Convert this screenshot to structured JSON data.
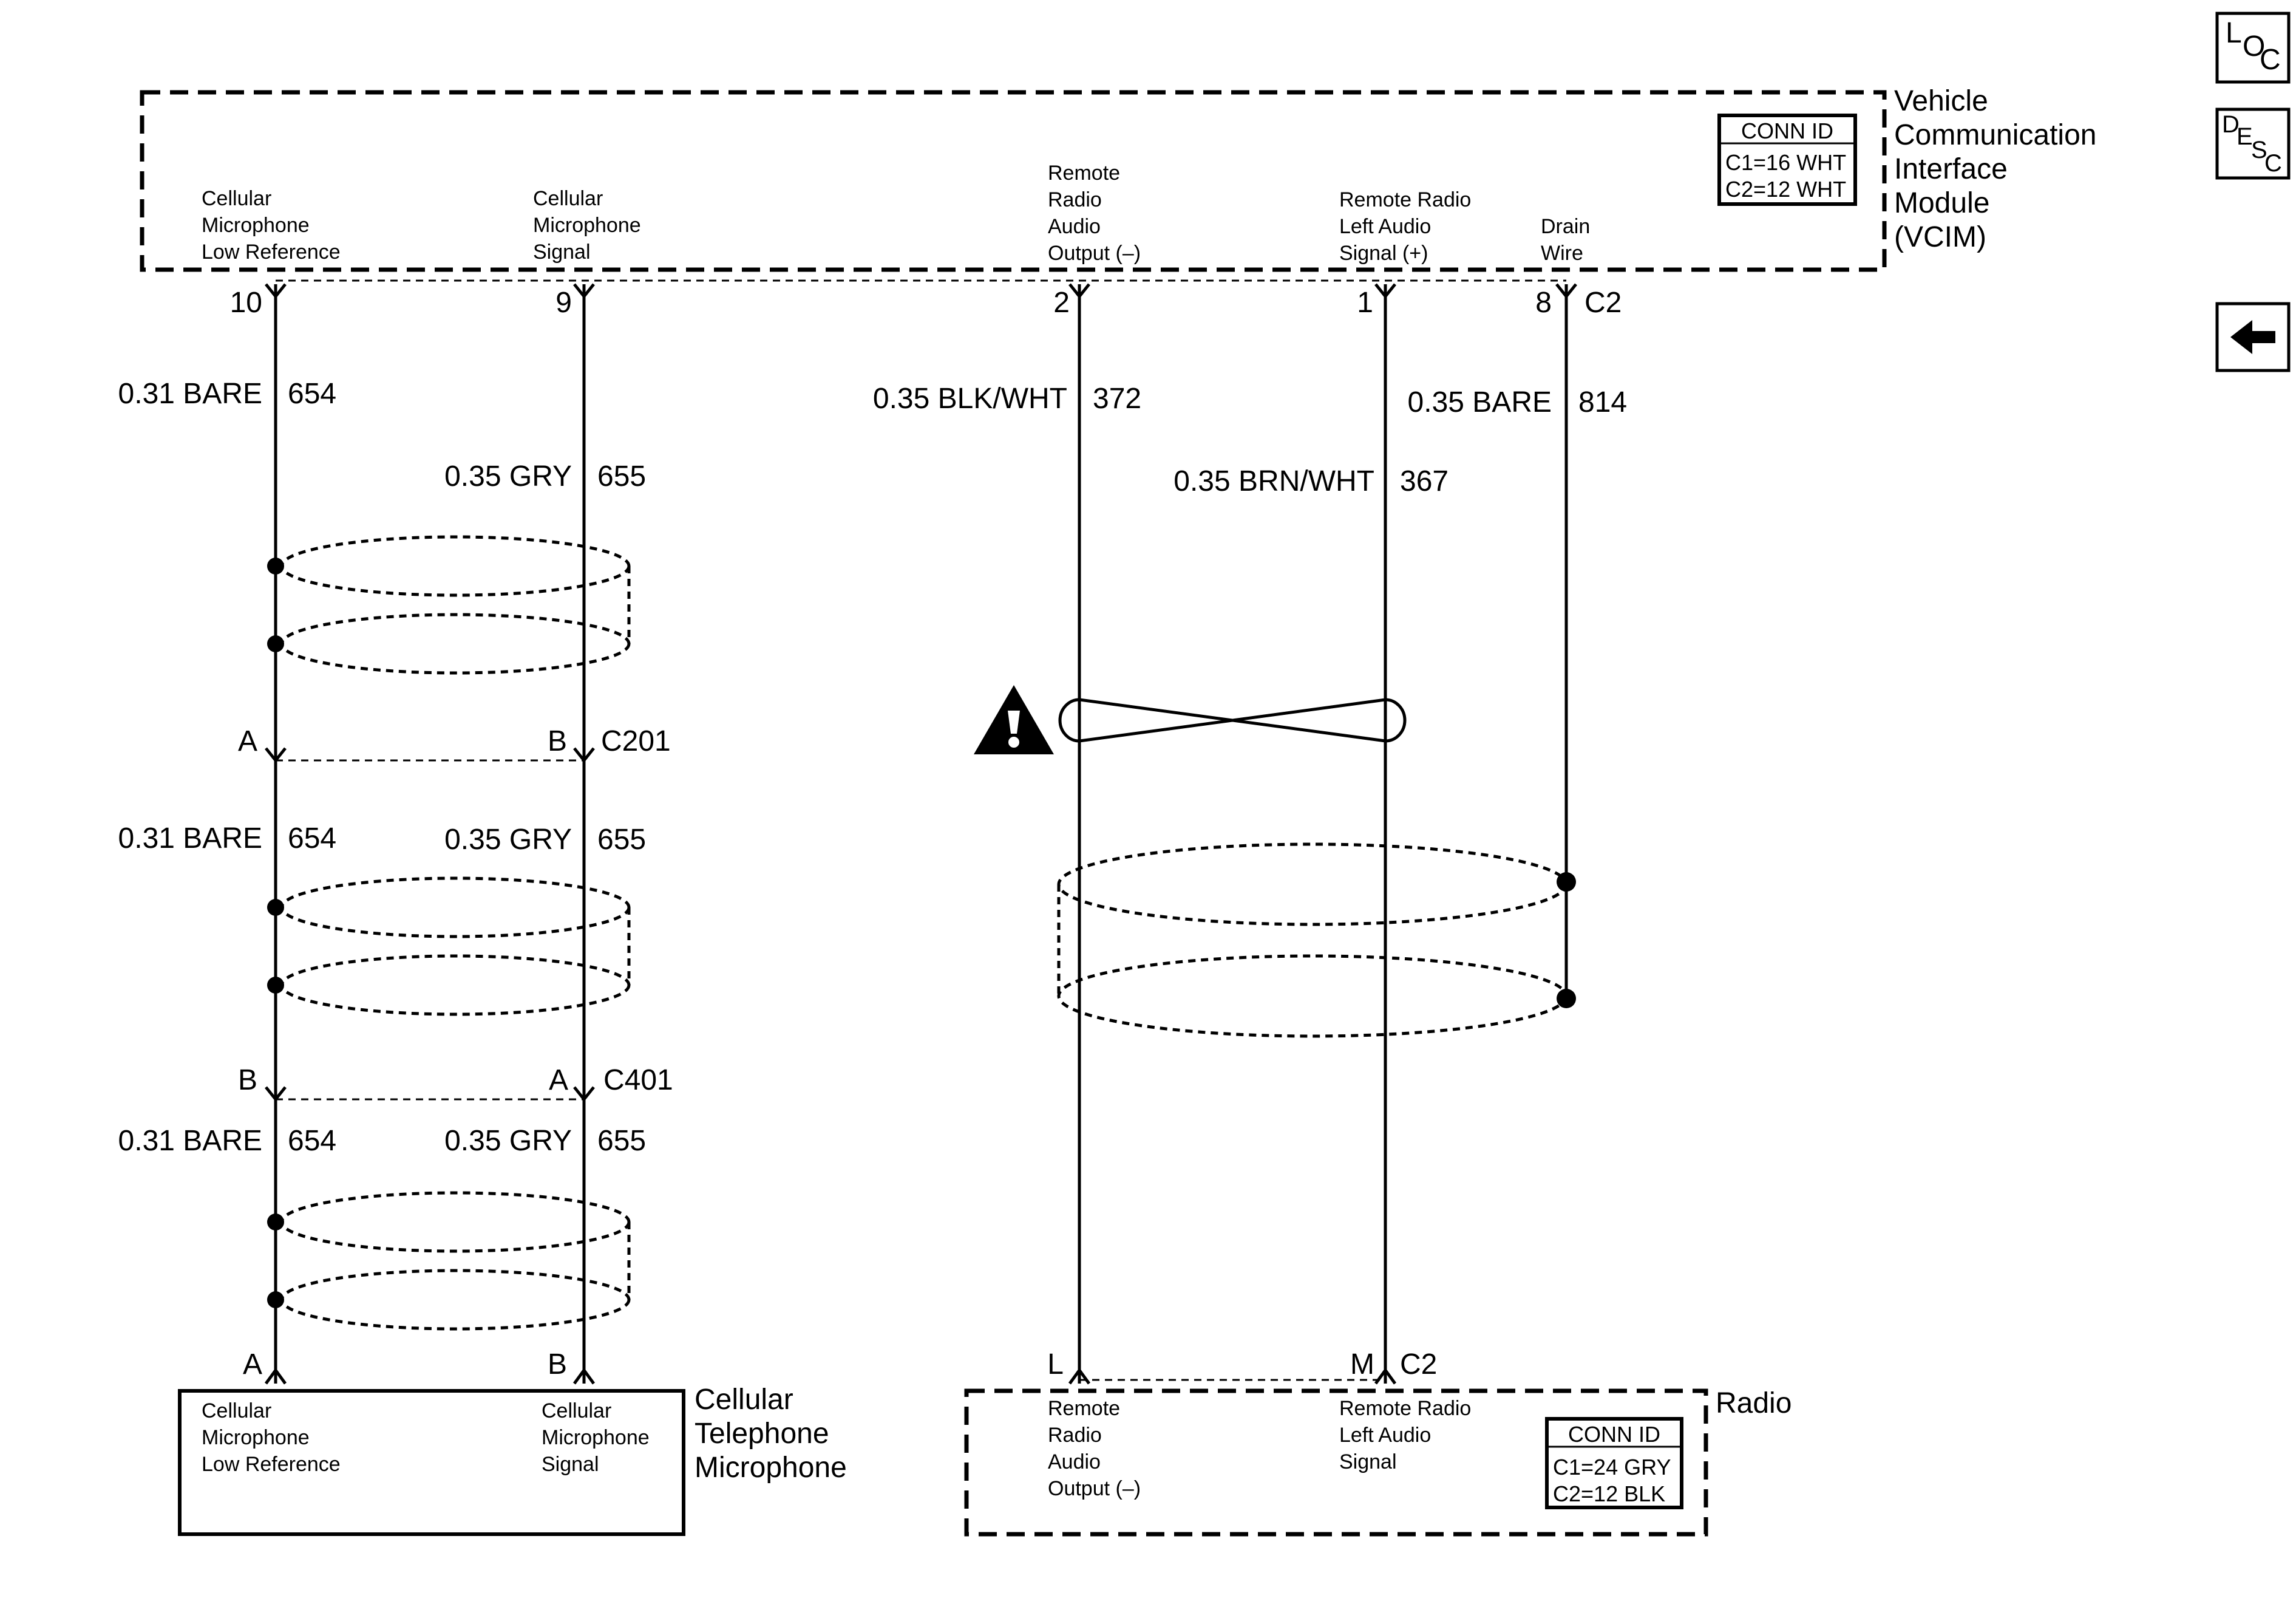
{
  "nav": {
    "loc_letters": [
      "L",
      "O",
      "C"
    ],
    "desc_letters": [
      "D",
      "E",
      "S",
      "C"
    ],
    "back_icon": "arrow-left-icon"
  },
  "vcim": {
    "title_lines": [
      "Vehicle",
      "Communication",
      "Interface",
      "Module",
      "(VCIM)"
    ],
    "conn_id": {
      "header": "CONN ID",
      "rows": [
        "C1=16 WHT",
        "C2=12 WHT"
      ]
    },
    "pins": [
      {
        "label": [
          "Cellular",
          "Microphone",
          "Low Reference"
        ],
        "pin": "10"
      },
      {
        "label": [
          "Cellular",
          "Microphone",
          "Signal"
        ],
        "pin": "9"
      },
      {
        "label": [
          "Remote",
          "Radio",
          "Audio",
          "Output (–)"
        ],
        "pin": "2"
      },
      {
        "label": [
          "Remote Radio",
          "Left Audio",
          "Signal (+)"
        ],
        "pin": "1"
      },
      {
        "label": [
          "Drain",
          "Wire"
        ],
        "pin": "8"
      }
    ],
    "connector": "C2"
  },
  "wires": {
    "w654_top": {
      "size": "0.31 BARE",
      "circuit": "654"
    },
    "w655_top": {
      "size": "0.35 GRY",
      "circuit": "655"
    },
    "w372": {
      "size": "0.35 BLK/WHT",
      "circuit": "372"
    },
    "w814": {
      "size": "0.35 BARE",
      "circuit": "814"
    },
    "w367": {
      "size": "0.35 BRN/WHT",
      "circuit": "367"
    },
    "w654_mid": {
      "size": "0.31 BARE",
      "circuit": "654"
    },
    "w655_mid": {
      "size": "0.35 GRY",
      "circuit": "655"
    },
    "w654_bot": {
      "size": "0.31 BARE",
      "circuit": "654"
    },
    "w655_bot": {
      "size": "0.35 GRY",
      "circuit": "655"
    }
  },
  "c201": {
    "name": "C201",
    "left": "A",
    "right": "B"
  },
  "c401": {
    "name": "C401",
    "left": "B",
    "right": "A"
  },
  "microphone": {
    "title_lines": [
      "Cellular",
      "Telephone",
      "Microphone"
    ],
    "pin_left": "A",
    "pin_right": "B",
    "label_left": [
      "Cellular",
      "Microphone",
      "Low Reference"
    ],
    "label_right": [
      "Cellular",
      "Microphone",
      "Signal"
    ]
  },
  "radio": {
    "title": "Radio",
    "pin_left": "L",
    "pin_right": "M",
    "connector": "C2",
    "label_left": [
      "Remote",
      "Radio",
      "Audio",
      "Output (–)"
    ],
    "label_right": [
      "Remote Radio",
      "Left Audio",
      "Signal"
    ],
    "conn_id": {
      "header": "CONN ID",
      "rows": [
        "C1=24 GRY",
        "C2=12 BLK"
      ]
    }
  },
  "caution_icon": "caution-exclamation-icon"
}
